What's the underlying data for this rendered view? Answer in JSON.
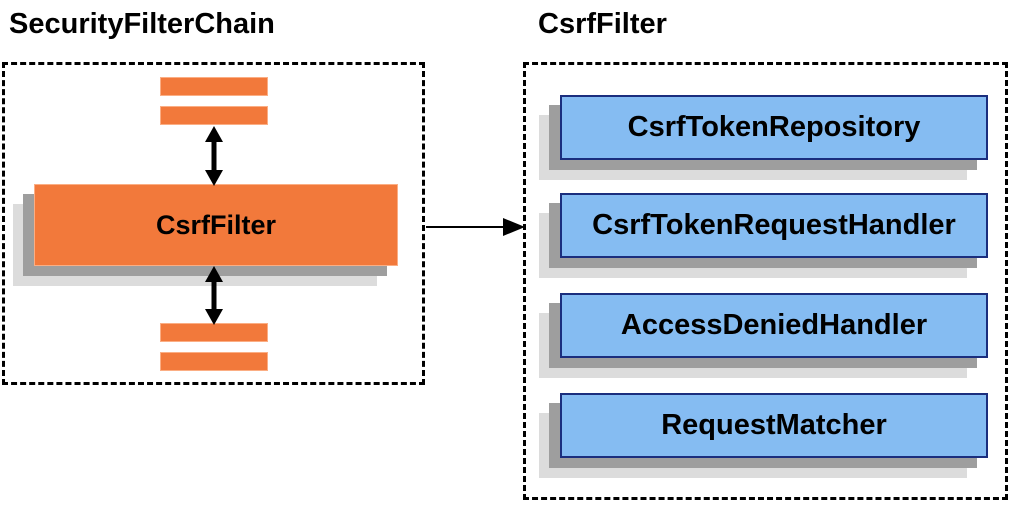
{
  "colors": {
    "orange-fill": "#F2793B",
    "orange-border": "#FBAE84",
    "blue-fill": "#85BCF2",
    "blue-border": "#1B2E7E",
    "shadow-dark": "#9E9E9E",
    "shadow-light": "#DCDCDC",
    "line": "#000000"
  },
  "security_filter_chain": {
    "title": "SecurityFilterChain",
    "csrf_filter_label": "CsrfFilter"
  },
  "csrf_filter_panel": {
    "title": "CsrfFilter",
    "components": [
      "CsrfTokenRepository",
      "CsrfTokenRequestHandler",
      "AccessDeniedHandler",
      "RequestMatcher"
    ]
  }
}
